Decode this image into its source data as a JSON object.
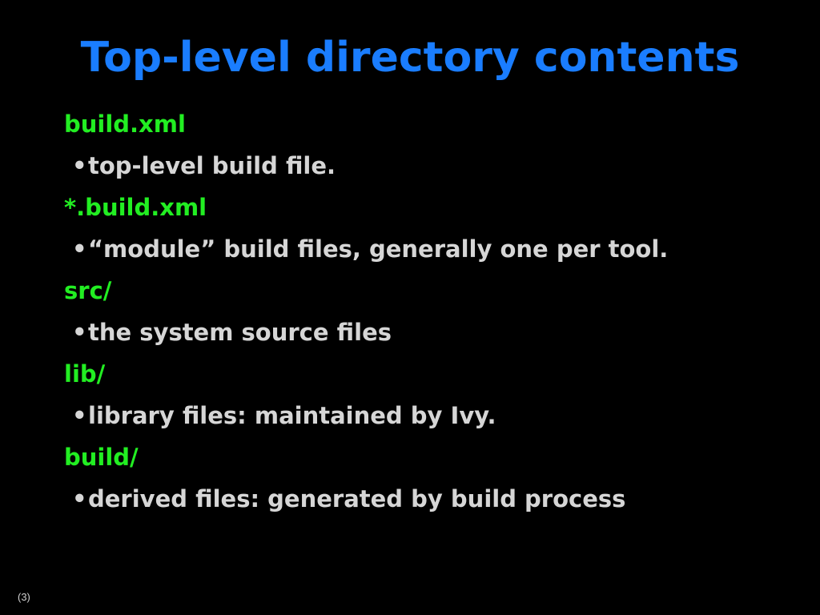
{
  "slide": {
    "title": "Top-level directory contents",
    "number": "(3)"
  },
  "bullet_glyph": "•",
  "colors": {
    "background": "#000000",
    "title": "#1a7dff",
    "term": "#22ee22",
    "description": "#d6d6d6"
  },
  "entries": [
    {
      "term": "build.xml",
      "description": "top-level build file."
    },
    {
      "term": "*.build.xml",
      "description": "“module” build files, generally one per tool."
    },
    {
      "term": "src/",
      "description": "the system source files"
    },
    {
      "term": "lib/",
      "description": "library files: maintained by Ivy."
    },
    {
      "term": "build/",
      "description": "derived files: generated by build process"
    }
  ]
}
